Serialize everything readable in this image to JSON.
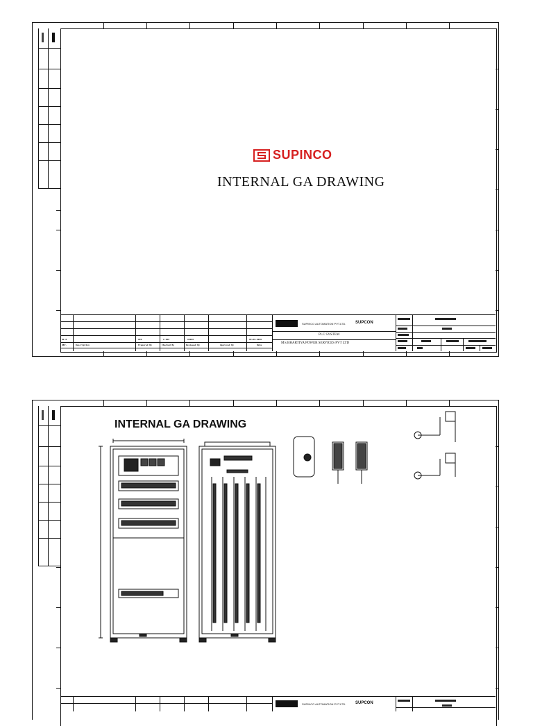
{
  "sheet1": {
    "brand": "SUPINCO",
    "title": "INTERNAL GA DRAWING",
    "title_block": {
      "company": "SUPINCO AUTOMATION PVT.LTD.",
      "brand_right": "SUPCON",
      "system": "PLC SYSTEM",
      "client": "M/s BHARTIYA POWER SERVICES PVT LTD"
    }
  },
  "sheet2": {
    "title": "INTERNAL GA DRAWING",
    "title_block": {
      "company": "SUPINCO AUTOMATION PVT.LTD.",
      "brand_right": "SUPCON"
    }
  }
}
